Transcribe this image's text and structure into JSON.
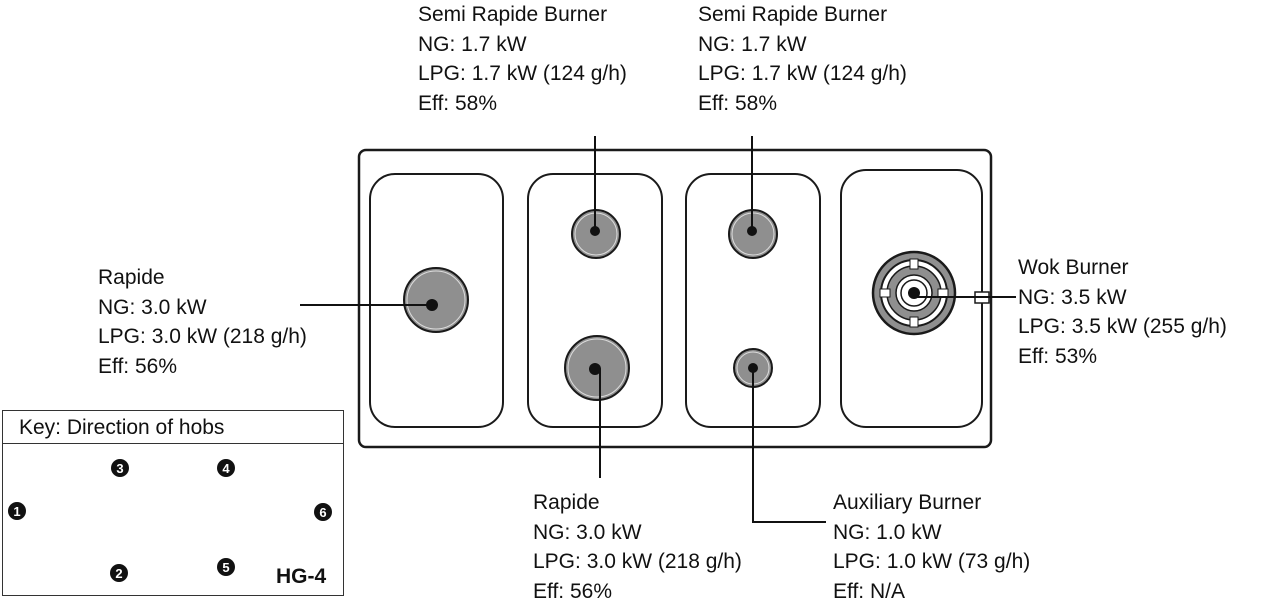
{
  "burners": {
    "left_rapide": {
      "title": "Rapide",
      "ng": "NG: 3.0 kW",
      "lpg": "LPG: 3.0 kW (218 g/h)",
      "eff": "Eff: 56%"
    },
    "semi_rapide_1": {
      "title": "Semi Rapide Burner",
      "ng": "NG: 1.7 kW",
      "lpg": "LPG: 1.7 kW (124 g/h)",
      "eff": "Eff: 58%"
    },
    "semi_rapide_2": {
      "title": "Semi Rapide Burner",
      "ng": "NG: 1.7 kW",
      "lpg": "LPG: 1.7 kW (124 g/h)",
      "eff": "Eff: 58%"
    },
    "wok": {
      "title": "Wok Burner",
      "ng": "NG: 3.5 kW",
      "lpg": "LPG: 3.5 kW (255 g/h)",
      "eff": "Eff: 53%"
    },
    "bottom_rapide": {
      "title": "Rapide",
      "ng": "NG: 3.0 kW",
      "lpg": "LPG: 3.0 kW (218 g/h)",
      "eff": "Eff: 56%"
    },
    "auxiliary": {
      "title": "Auxiliary Burner",
      "ng": "NG: 1.0 kW",
      "lpg": "LPG: 1.0 kW (73 g/h)",
      "eff": "Eff: N/A"
    }
  },
  "key": {
    "title": "Key: Direction of hobs",
    "numbers": [
      "1",
      "2",
      "3",
      "4",
      "5",
      "6"
    ],
    "model": "HG-4"
  },
  "colors": {
    "burner_fill": "#8f8f8f",
    "outline": "#1a1a1a"
  }
}
